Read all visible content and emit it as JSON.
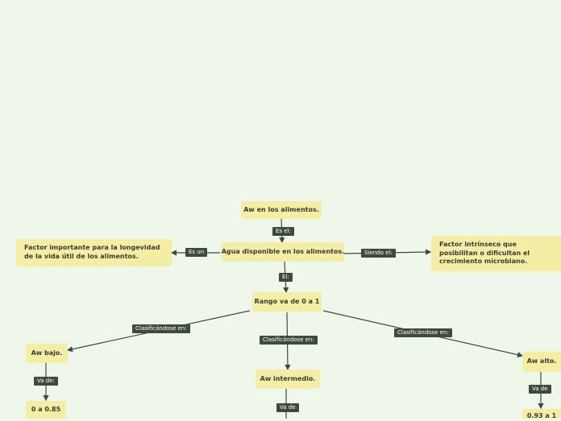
{
  "colors": {
    "background": "#eff6ea",
    "node_fill": "#f3eea4",
    "node_text": "#3a3a3a",
    "tag_fill": "#3f4a3c",
    "tag_text": "#ffffff",
    "connector": "#3f4a3c"
  },
  "nodes": {
    "aw_alimentos": "Aw en los alimentos.",
    "agua_disponible": "Agua disponible en los alimentos.",
    "factor_importante": "Factor importante para la longevidad de la vida útil de los alimentos.",
    "factor_intrinseco": "Factor intrínseco que posibilitan o dificultan el crecimiento microbiano.",
    "rango": "Rango va de 0 a 1",
    "aw_bajo": "Aw bajo.",
    "aw_intermedio": "Aw intermedio.",
    "aw_alto": "Aw alto.",
    "bajo_valor": "0 a 0.85",
    "alto_valor": "0.93 a 1"
  },
  "tags": {
    "es_el": "Es el:",
    "es_un": "Es un",
    "siendo_el": "Siendo el:",
    "el": "El:",
    "clasif_left": "Clasificándose en:",
    "clasif_mid": "Clasificándose en:",
    "clasif_right": "Clasificándose en:",
    "va_de_left": "Va de:",
    "va_de_mid": "Va de",
    "va_de_right": "Va de"
  }
}
